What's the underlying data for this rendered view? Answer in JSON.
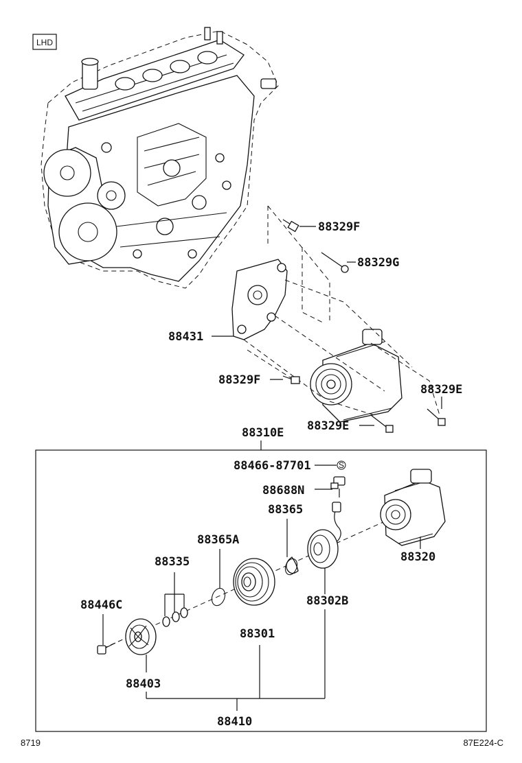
{
  "badge": "LHD",
  "footer_left": "8719",
  "footer_right": "87E224-C",
  "labels": {
    "p88329F_top": "88329F",
    "p88329G": "88329G",
    "p88431": "88431",
    "p88329F_bottom": "88329F",
    "p88329E_right": "88329E",
    "p88329E_left": "88329E",
    "p88310E": "88310E",
    "p88466": "88466-87701",
    "p88688N": "88688N",
    "p88365": "88365",
    "p88365A": "88365A",
    "p88320": "88320",
    "p88335": "88335",
    "p88446C": "88446C",
    "p88302B": "88302B",
    "p88301": "88301",
    "p88403": "88403",
    "p88410": "88410"
  },
  "marker_s": "S"
}
